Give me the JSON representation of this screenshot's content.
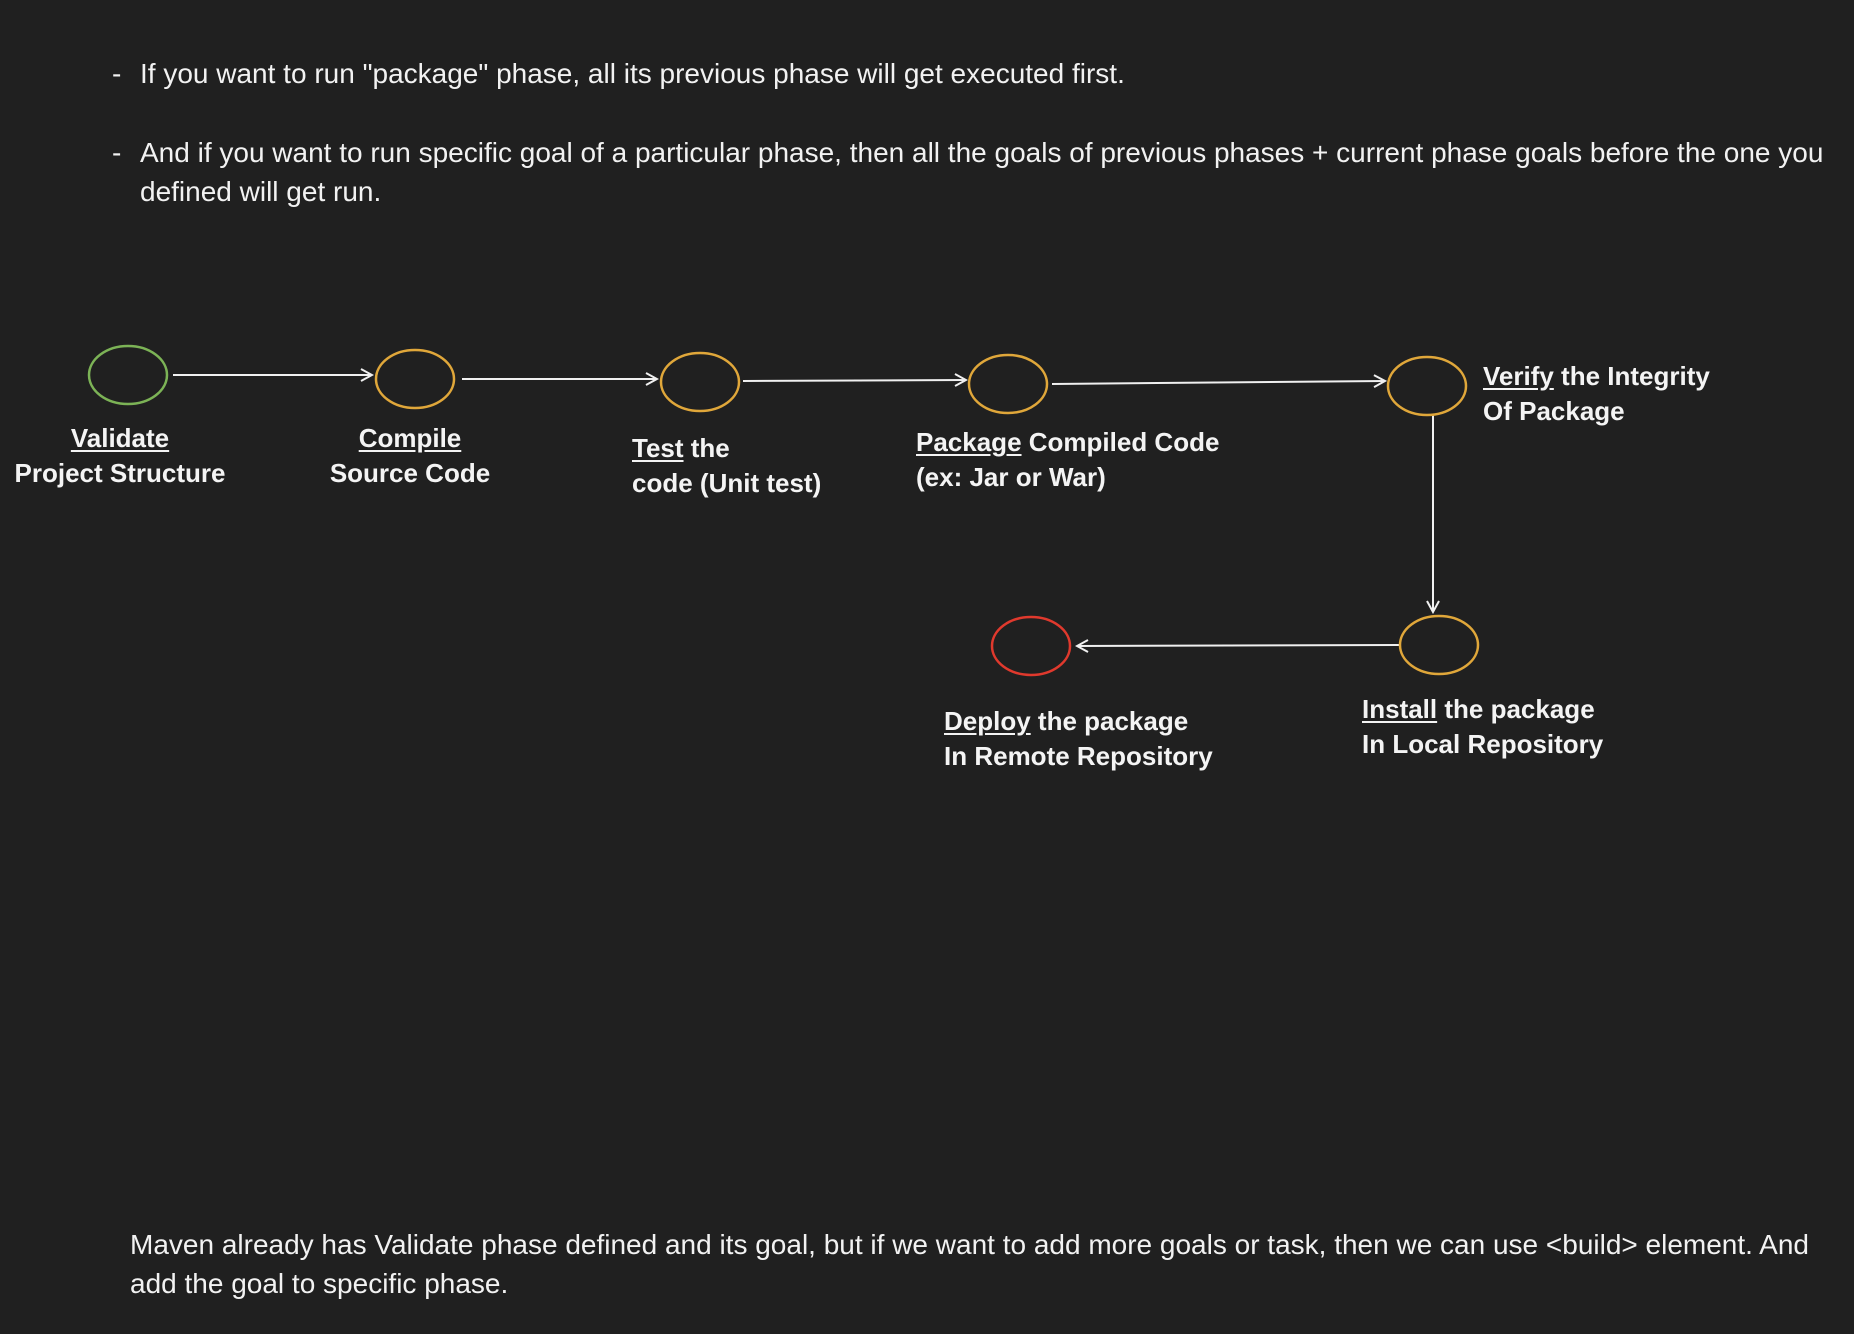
{
  "bullets": [
    {
      "dash": "-",
      "text": "If you want to run \"package\" phase, all its previous phase will get executed first."
    },
    {
      "dash": "-",
      "text": "And if you want to run specific goal of a particular phase, then all the goals of previous phases + current phase goals before the one you defined will get run."
    }
  ],
  "phases": {
    "validate": {
      "keyword": "Validate",
      "rest": "",
      "line2": "Project Structure"
    },
    "compile": {
      "keyword": "Compile",
      "rest": "",
      "line2": "Source Code"
    },
    "test": {
      "keyword": "Test",
      "rest": " the",
      "line2": "code (Unit test)"
    },
    "package": {
      "keyword": "Package",
      "rest": " Compiled Code",
      "line2": "(ex: Jar or War)"
    },
    "verify": {
      "keyword": "Verify",
      "rest": " the Integrity",
      "line2": "Of Package"
    },
    "install": {
      "keyword": "Install",
      "rest": " the package",
      "line2": "In Local Repository"
    },
    "deploy": {
      "keyword": "Deploy",
      "rest": " the package",
      "line2": "In Remote Repository"
    }
  },
  "colors": {
    "background": "#202020",
    "start_node": "#7cb356",
    "phase_node": "#e0a73a",
    "end_node": "#e0392d",
    "arrow": "#f0f0f0"
  },
  "note": "Maven already has Validate phase defined and its goal, but if we want to add more goals or task, then we can use <build> element. And add the goal to specific phase."
}
